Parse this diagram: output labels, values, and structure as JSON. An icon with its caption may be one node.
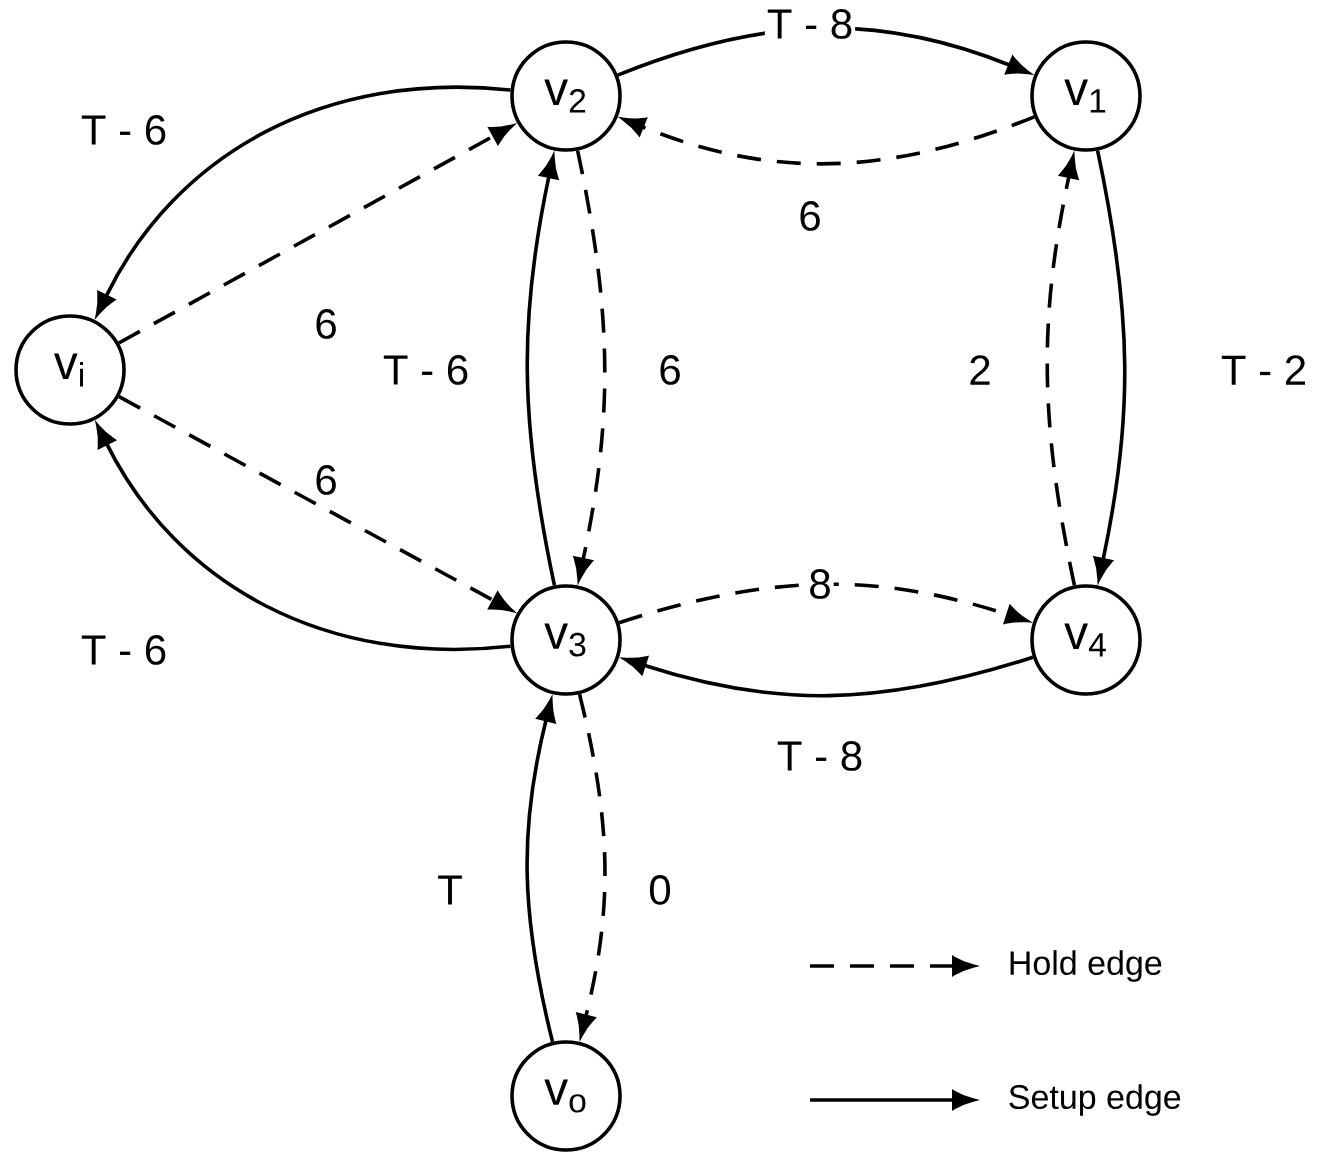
{
  "diagram": {
    "nodes": [
      {
        "text": [
          "v$_{2}$"
        ]
      },
      {
        "text": [
          "v$_{1}$"
        ]
      },
      {
        "text": [
          "v$_{i}$"
        ]
      },
      {
        "text": [
          "v$_{3}$"
        ]
      },
      {
        "text": [
          "v$_{4}$"
        ]
      },
      {
        "text": [
          "v$_{o}$"
        ]
      }
    ],
    "edges": [
      {
        "from": 0,
        "to": 1,
        "arrow": "to",
        "label": "T - 8"
      },
      {
        "from": 1,
        "to": 0,
        "arrow": "to",
        "label": "6",
        "style": "dashed"
      },
      {
        "from": 0,
        "to": 2,
        "arrow": "to",
        "label": "T - 6"
      },
      {
        "from": 2,
        "to": 0,
        "arrow": "to",
        "label": "6",
        "style": "dashed"
      },
      {
        "from": 2,
        "to": 3,
        "arrow": "to",
        "label": "6",
        "style": "dashed"
      },
      {
        "from": 3,
        "to": 2,
        "arrow": "to",
        "label": "T - 6"
      },
      {
        "from": 3,
        "to": 0,
        "arrow": "to",
        "label": "T - 6"
      },
      {
        "from": 0,
        "to": 3,
        "arrow": "to",
        "label": "6",
        "style": "dashed"
      },
      {
        "from": 1,
        "to": 4,
        "arrow": "to",
        "label": "T - 2"
      },
      {
        "from": 4,
        "to": 1,
        "arrow": "to",
        "label": "2",
        "style": "dashed"
      },
      {
        "from": 3,
        "to": 4,
        "arrow": "to",
        "label": "8",
        "style": "dashed"
      },
      {
        "from": 4,
        "to": 3,
        "arrow": "to",
        "label": "T - 8"
      },
      {
        "from": 5,
        "to": 3,
        "arrow": "to",
        "label": "T"
      },
      {
        "from": 3,
        "to": 5,
        "arrow": "to",
        "label": "0",
        "style": "dashed"
      }
    ],
    "legend": [
      {
        "text": "Hold edge"
      },
      {
        "text": "Setup edge"
      }
    ]
  }
}
